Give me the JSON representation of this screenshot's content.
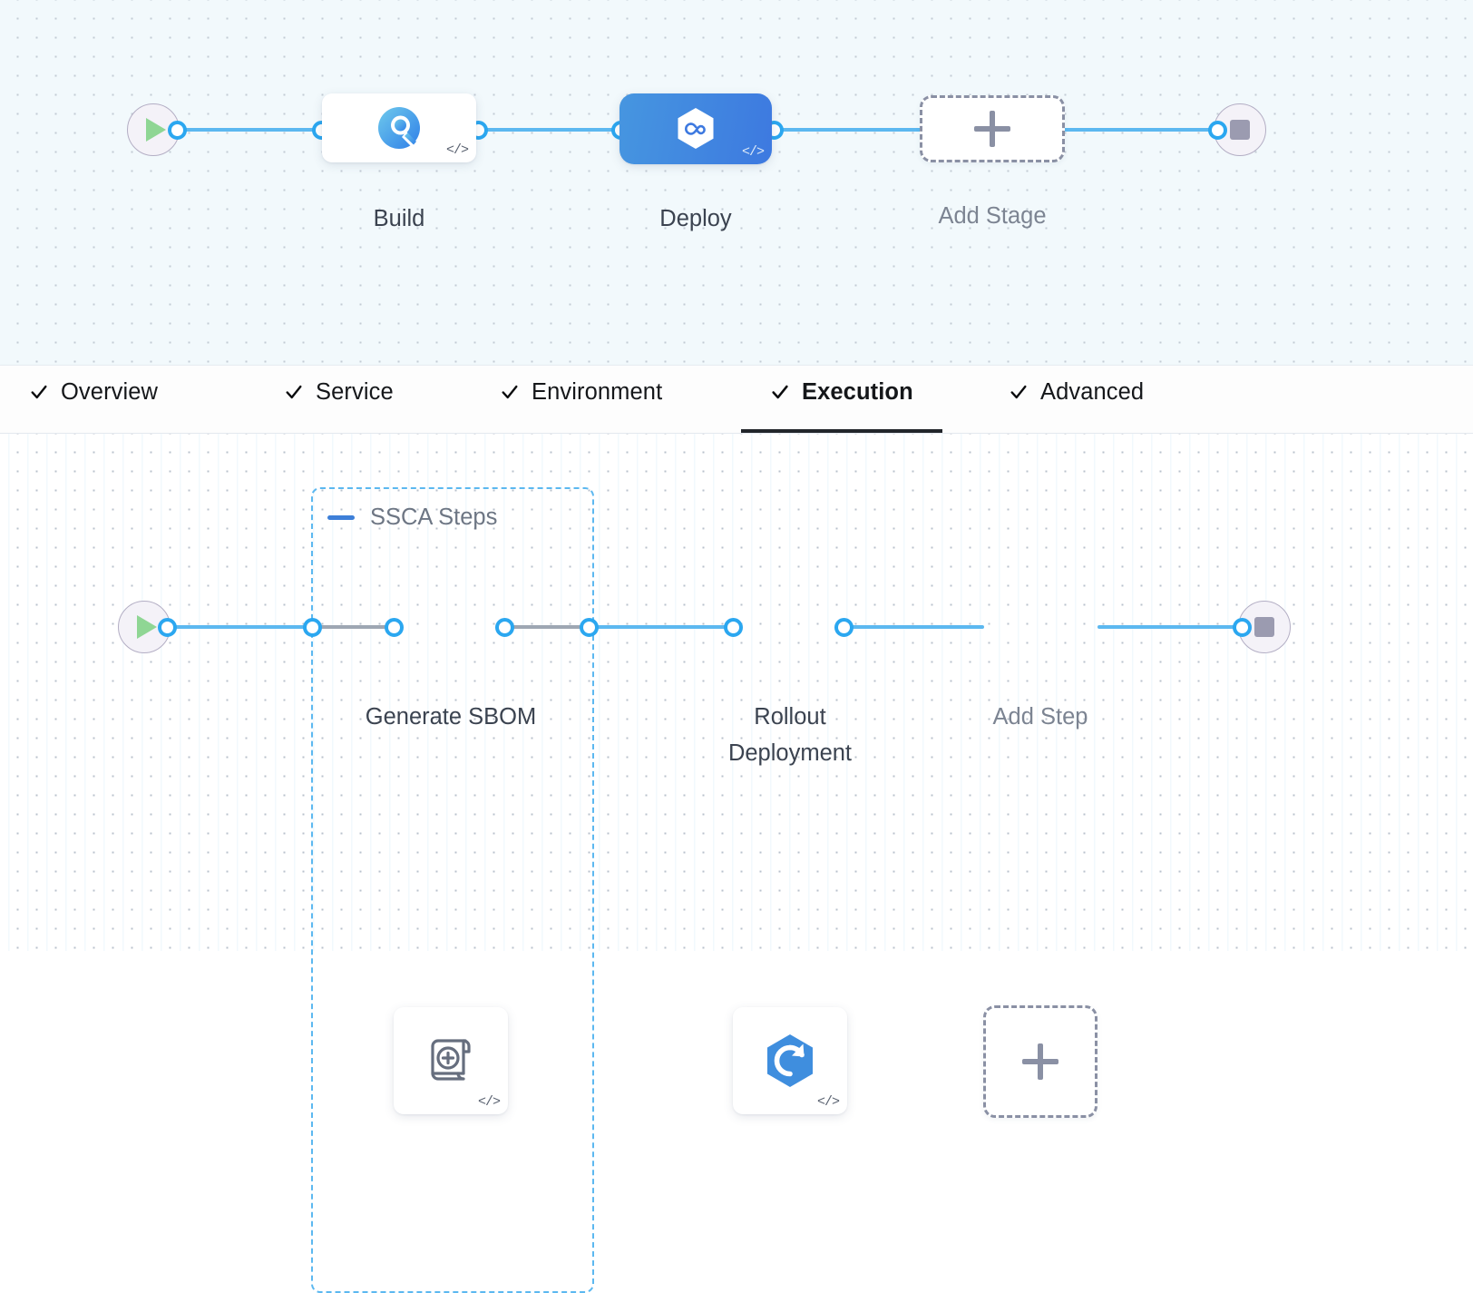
{
  "stage_canvas": {
    "name": "pipeline-stage-graph",
    "start_node": {
      "icon": "play-icon"
    },
    "end_node": {
      "icon": "stop-icon"
    },
    "nodes": [
      {
        "id": "build",
        "label": "Build",
        "icon": "build-donut-icon",
        "badge": "</>",
        "selected": false
      },
      {
        "id": "deploy",
        "label": "Deploy",
        "icon": "deploy-hexagon-infinity-icon",
        "badge": "</>",
        "selected": true
      }
    ],
    "add_stage": {
      "label": "Add Stage",
      "icon": "plus-icon"
    }
  },
  "tabs": {
    "items": [
      {
        "id": "overview",
        "label": "Overview",
        "icon": "check-icon",
        "active": false
      },
      {
        "id": "service",
        "label": "Service",
        "icon": "check-icon",
        "active": false
      },
      {
        "id": "environment",
        "label": "Environment",
        "icon": "check-icon",
        "active": false
      },
      {
        "id": "execution",
        "label": "Execution",
        "icon": "check-icon",
        "active": true
      },
      {
        "id": "advanced",
        "label": "Advanced",
        "icon": "check-icon",
        "active": false
      }
    ]
  },
  "step_canvas": {
    "name": "pipeline-step-graph",
    "start_node": {
      "icon": "play-icon"
    },
    "end_node": {
      "icon": "stop-icon"
    },
    "group": {
      "title": "SSCA Steps",
      "collapse_icon": "minus-icon"
    },
    "nodes": [
      {
        "id": "generate-sbom",
        "label": "Generate SBOM",
        "icon": "sbom-scroll-plus-icon",
        "badge": "</>"
      },
      {
        "id": "rollout-deployment",
        "label": "Rollout\nDeployment",
        "icon": "rollout-hexagon-arrow-icon",
        "badge": "</>"
      }
    ],
    "add_step": {
      "label": "Add Step",
      "icon": "plus-icon"
    }
  },
  "colors": {
    "edge_blue": "#5cb8f0",
    "port_blue": "#2ba7f0",
    "deploy_blue": "#3d79e0",
    "group_dash_blue": "#5cb8f0",
    "dashed_grey": "#9ea7b3",
    "label_grey": "#3b4350",
    "stage_canvas_bg": "#f2f9fc",
    "step_canvas_bg": "#ffffff"
  }
}
